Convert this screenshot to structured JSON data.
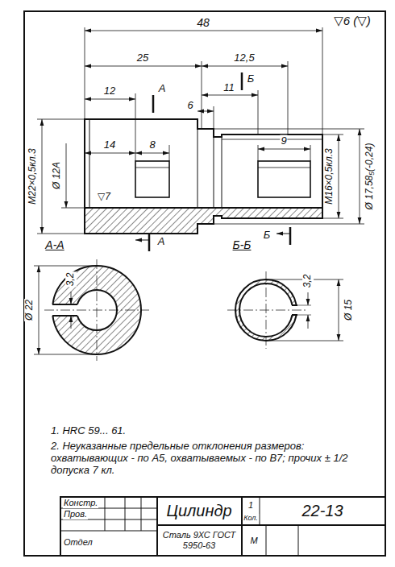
{
  "diagram": {
    "labels": [
      "48",
      "▽6 (▽)",
      "25",
      "12,5",
      "12",
      "А",
      "Б",
      "11",
      "6",
      "9",
      "Ø 17,58₅(-0,24)",
      "14",
      "8",
      "M22×0,5кл.3",
      "Ø 12А",
      "M16×0,5кл.3",
      "▽7",
      "А-А",
      "А",
      "Б",
      "Б-Б",
      "3,2",
      "Ø 22",
      "3,2",
      "Ø 15",
      "1. HRC 59... 61.",
      "2. Неуказанные предельные отклонения размеров: охватывающих - по А5, охватываемых - по В7; прочих ± 1/2 допуска 7 кл.",
      "Констр.",
      "Пров.",
      "Отдел",
      "Цилиндр",
      "1",
      "Кол.",
      "22-13",
      "Сталь 9ХС ГОСТ 5950-63",
      "М"
    ]
  }
}
